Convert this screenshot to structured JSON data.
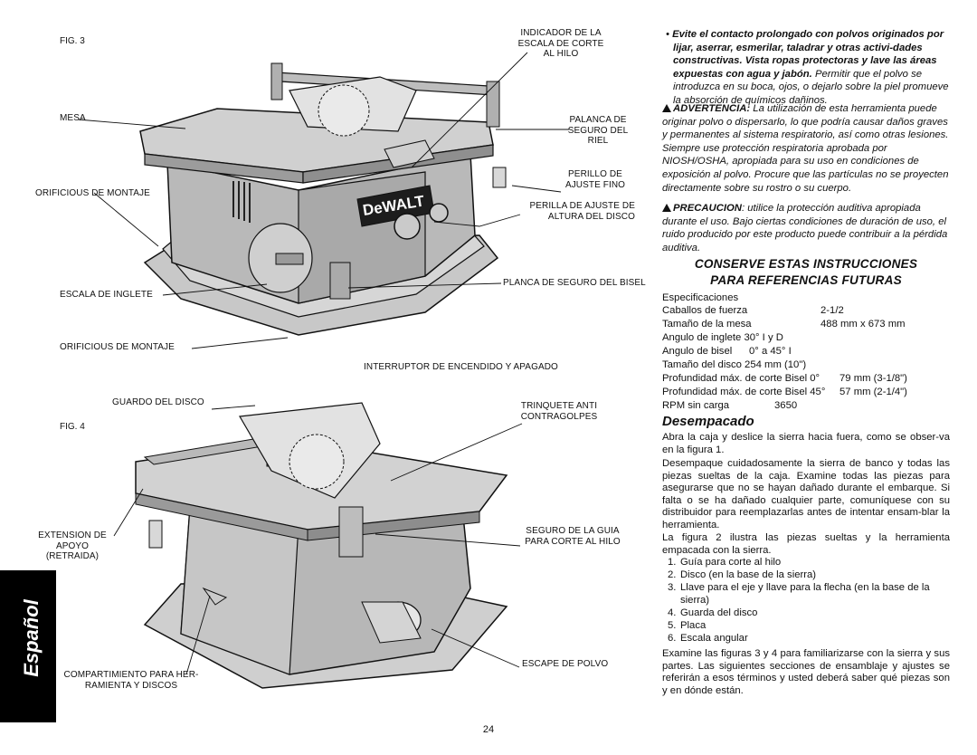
{
  "fig3": {
    "fig_label": "FIG. 3",
    "labels": {
      "indicador": "INDICADOR DE LA\nESCALA DE CORTE\nAL HILO",
      "mesa": "MESA",
      "palanca": "PALANCA DE\nSEGURO DEL\nRIEL",
      "orificios1": "ORIFICIOUS DE MONTAJE",
      "perillo": "PERILLO DE\nAJUSTE FINO",
      "perilla": "PERILLA DE AJUSTE DE\nALTURA DEL DISCO",
      "planca": "PLANCA DE SEGURO DEL BISEL",
      "escala": "ESCALA DE INGLETE",
      "orificios2": "ORIFICIOUS DE MONTAJE",
      "interruptor": "INTERRUPTOR DE ENCENDIDO Y APAGADO"
    },
    "brand": "DeWALT"
  },
  "fig4": {
    "fig_label": "FIG. 4",
    "labels": {
      "guardo": "GUARDO DEL DISCO",
      "trinquete": "TRINQUETE ANTI\nCONTRAGOLPES",
      "extension": "EXTENSION DE\nAPOYO\n(RETRAIDA)",
      "seguro_guia": "SEGURO DE LA GUIA\nPARA CORTE AL HILO",
      "escape": "ESCAPE DE POLVO",
      "compartimiento": "COMPARTIMIENTO PARA HER-\nRAMIENTA Y DISCOS"
    }
  },
  "side_tab": "Español",
  "text": {
    "bullet_bold": "Evite el contacto prolongado con polvos originados por lijar, aserrar, esmerilar, taladrar y otras activi-dades constructivas. Vista ropas protectoras y lave las áreas expuestas con agua y jabón.",
    "bullet_rest": " Permitir que el polvo se introduzca en su boca, ojos, o dejarlo sobre la piel promueve la absorción de químicos dañinos.",
    "adv_bold": "ADVERTENCIA:",
    "adv_rest": " La utilización de esta herramienta puede originar polvo o dispersarlo, lo que podría causar daños graves y permanentes al sistema  respiratorio, así como otras lesiones. Siempre use protección respiratoria aprobada por NIOSH/OSHA, apropiada para su uso en condiciones de exposición al polvo. Procure que las partículas no se proyecten directamente sobre su rostro o su cuerpo.",
    "prec_bold": "PRECAUCION",
    "prec_rest": ": utilice la protección auditiva apropiada durante el uso. Bajo ciertas condiciones de duración de uso, el ruido producido por este producto puede contribuir a la pérdida auditiva.",
    "heading1": "CONSERVE ESTAS INSTRUCCIONES",
    "heading2": "PARA REFERENCIAS FUTURAS",
    "specs_title": "Especificaciones",
    "specs": [
      {
        "k": "Caballos de fuerza",
        "v": "2-1/2"
      },
      {
        "k": "Tamaño de la mesa",
        "v": "488 mm x 673 mm"
      },
      {
        "k": "Angulo de inglete 30° I y D",
        "v": ""
      },
      {
        "k": "Angulo de bisel",
        "v": "0° a 45° I"
      },
      {
        "k": "Tamaño del disco 254 mm (10\")",
        "v": ""
      },
      {
        "k": "Profundidad máx. de corte  Bisel 0°",
        "v": "79 mm (3-1/8\")"
      },
      {
        "k": "Profundidad máx. de corte  Bisel 45°",
        "v": "57 mm (2-1/4\")"
      },
      {
        "k": "RPM sin carga",
        "v": "3650"
      }
    ],
    "desempacado": "Desempacado",
    "p1": "Abra la caja y deslice la sierra hacia fuera, como se obser-va en la figura 1.",
    "p2": "Desempaque cuidadosamente la sierra de banco y todas las piezas sueltas de la caja. Examine todas las piezas para asegurarse que no se hayan dañado durante el embarque. Si falta o se ha dañado cualquier parte, comuníquese con su distribuidor para reemplazarlas antes de intentar ensam-blar la herramienta.",
    "p3": "La figura 2 ilustra las piezas sueltas y la herramienta empacada con la sierra.",
    "items": [
      {
        "n": "1.",
        "t": "Guía para corte al hilo"
      },
      {
        "n": "2.",
        "t": "Disco (en la base de la sierra)"
      },
      {
        "n": "3.",
        "t": "Llave para el eje y llave para la flecha (en la base de la sierra)"
      },
      {
        "n": "4.",
        "t": "Guarda del disco"
      },
      {
        "n": "5.",
        "t": "Placa"
      },
      {
        "n": "6.",
        "t": "Escala angular"
      }
    ],
    "p4": "Examine las figuras 3 y 4 para familiarizarse con la sierra y sus partes. Las siguientes secciones de ensamblaje y ajustes se referirán a esos términos y usted deberá saber qué piezas son y en dónde están."
  },
  "page_number": "24"
}
